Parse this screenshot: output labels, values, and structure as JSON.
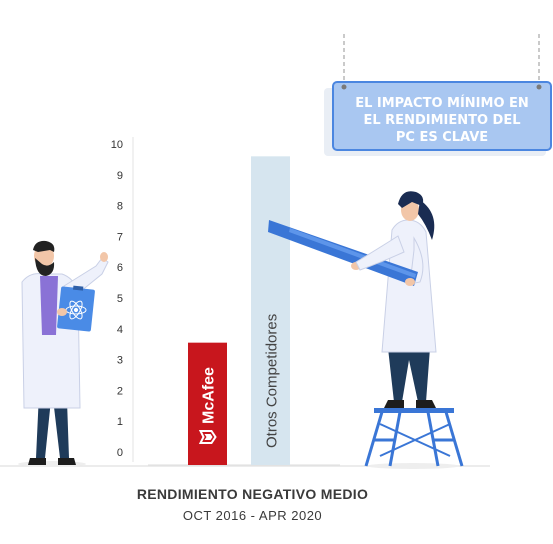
{
  "sign": {
    "lines": [
      "EL IMPACTO MÍNIMO EN",
      "EL RENDIMIENTO DEL",
      "PC ES CLAVE"
    ],
    "bg_color": "#a9c7f1",
    "border_color": "#4b86e0"
  },
  "chart_data": {
    "type": "bar",
    "categories": [
      "McAfee",
      "Otros Competidores"
    ],
    "values": [
      3.55,
      9.6
    ],
    "colors": [
      "#c8161d",
      "#d6e5ef"
    ],
    "title": "",
    "xlabel": "RENDIMIENTO NEGATIVO MEDIO",
    "subtitle": "OCT 2016 - APR 2020",
    "ylabel": "",
    "ylim": [
      0,
      10
    ],
    "yticks": [
      0,
      1,
      2,
      3,
      4,
      5,
      6,
      7,
      8,
      9,
      10
    ],
    "grid": false
  },
  "icons": {
    "brand": "mcafee-shield-icon",
    "atom": "atom-icon"
  }
}
